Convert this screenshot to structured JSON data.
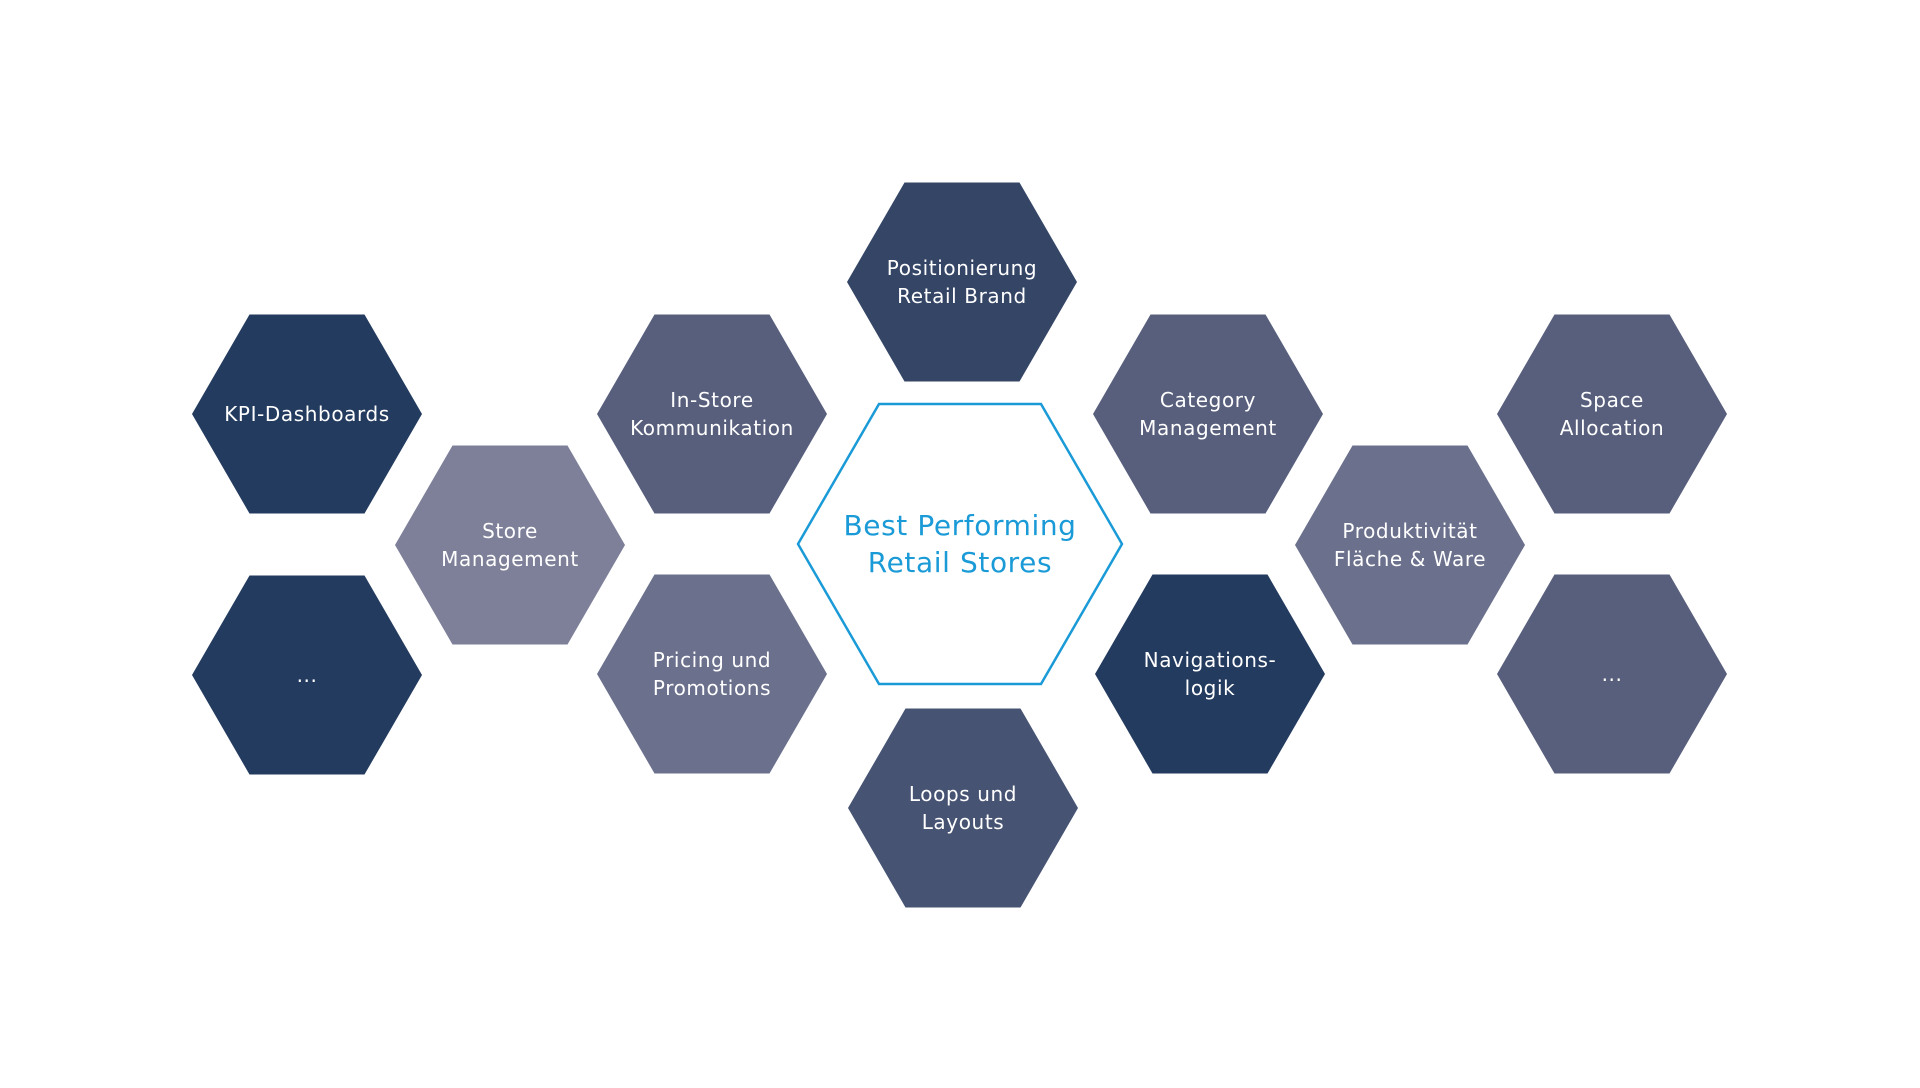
{
  "diagram": {
    "center": {
      "lines": [
        "Best Performing",
        "Retail Stores"
      ],
      "stroke_color": "#1a9ad6",
      "text_color": "#1a9ad6"
    },
    "nodes": [
      {
        "id": "kpi-dashboards",
        "lines": [
          "KPI-Dashboards"
        ],
        "color": "#233b5f"
      },
      {
        "id": "more-left",
        "lines": [
          "..."
        ],
        "color": "#233b5f"
      },
      {
        "id": "store-management",
        "lines": [
          "Store",
          "Management"
        ],
        "color": "#7e8099"
      },
      {
        "id": "in-store-kommunikation",
        "lines": [
          "In-Store",
          "Kommunikation"
        ],
        "color": "#585f7c"
      },
      {
        "id": "pricing-und-promotions",
        "lines": [
          "Pricing und",
          "Promotions"
        ],
        "color": "#6b708c"
      },
      {
        "id": "positionierung-retail-brand",
        "lines": [
          "Positionierung",
          "Retail Brand"
        ],
        "color": "#344566"
      },
      {
        "id": "loops-und-layouts",
        "lines": [
          "Loops und",
          "Layouts"
        ],
        "color": "#465373"
      },
      {
        "id": "category-management",
        "lines": [
          "Category",
          "Management"
        ],
        "color": "#585f7c"
      },
      {
        "id": "navigationslogik",
        "lines": [
          "Navigations-",
          "logik"
        ],
        "color": "#233b5f"
      },
      {
        "id": "produktivitaet-flaeche-ware",
        "lines": [
          "Produktivität",
          "Fläche & Ware"
        ],
        "color": "#6b708c"
      },
      {
        "id": "space-allocation",
        "lines": [
          "Space",
          "Allocation"
        ],
        "color": "#585f7c"
      },
      {
        "id": "more-right",
        "lines": [
          "..."
        ],
        "color": "#585f7c"
      }
    ]
  }
}
